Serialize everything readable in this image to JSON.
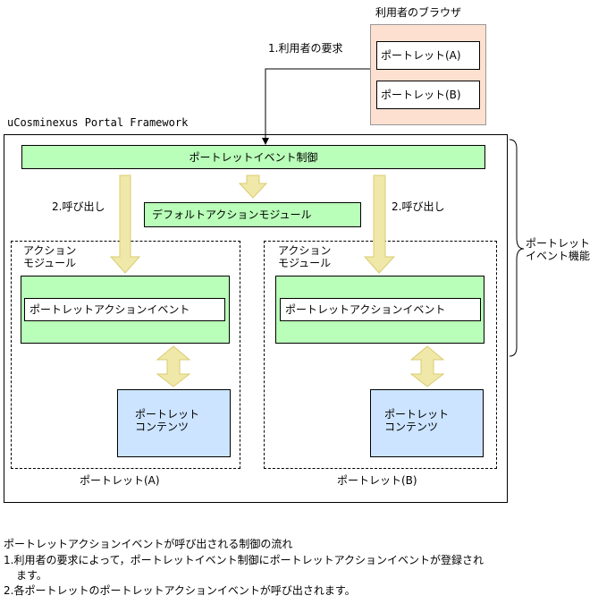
{
  "browser": {
    "title": "利用者のブラウザ",
    "portlet_a": "ポートレット(A)",
    "portlet_b": "ポートレット(B)",
    "fill": "#fde0d0"
  },
  "request_label": "1.利用者の要求",
  "framework_label": "uCosminexus Portal Framework",
  "event_control": "ポートレットイベント制御",
  "default_module": "デフォルトアクションモジュール",
  "call_left": "2.呼び出し",
  "call_right": "2.呼び出し",
  "portlet_function": "ポートレット\nイベント機能",
  "left": {
    "module_label": "アクション\nモジュール",
    "action_event": "ポートレットアクションイベント",
    "content": "ポートレット\nコンテンツ",
    "caption": "ポートレット(A)"
  },
  "right": {
    "module_label": "アクション\nモジュール",
    "action_event": "ポートレットアクションイベント",
    "content": "ポートレット\nコンテンツ",
    "caption": "ポートレット(B)"
  },
  "notes": {
    "title": "ポートレットアクションイベントが呼び出される制御の流れ",
    "line1": "1.利用者の要求によって，ポートレットイベント制御にポートレットアクションイベントが登録され",
    "line1_cont": "ます。",
    "line2": "2.各ポートレットのポートレットアクションイベントが呼び出されます。"
  },
  "colors": {
    "green": "#b9ffb9",
    "blue": "#cce4ff",
    "arrow": "#f0e8a8",
    "arrow_stroke": "#d8cc70"
  }
}
